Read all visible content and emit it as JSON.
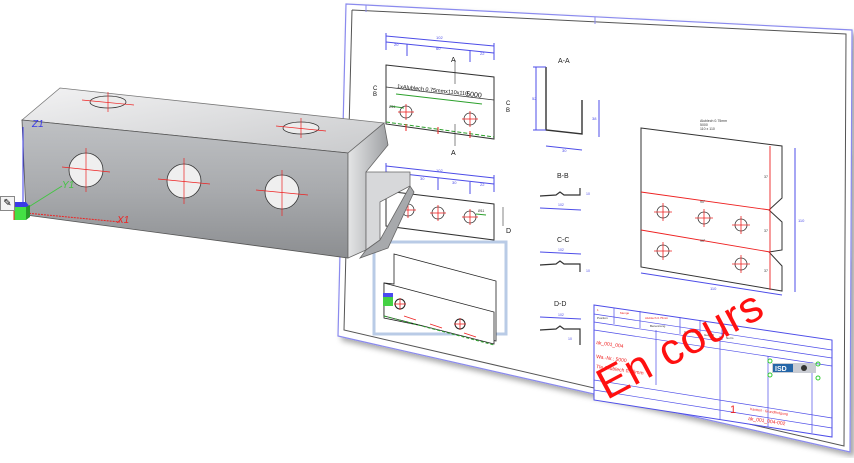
{
  "app": {
    "type": "3D CAD sheet metal with 2D drawing derivation"
  },
  "model_3d": {
    "axes": {
      "z": "Z1",
      "y": "Y1",
      "x": "X1"
    },
    "tool_icon": "pencil-icon"
  },
  "drawing": {
    "main_view": {
      "label_plate": "1xAlublech 0.75mmx110x110",
      "value": "5000",
      "dims_top": [
        "102",
        "20",
        "60",
        "22"
      ],
      "hole_dia": "Ø11",
      "section_markers": [
        "A",
        "A",
        "C",
        "B",
        "C",
        "B"
      ]
    },
    "second_view": {
      "dims_top": [
        "102",
        "20",
        "30",
        "30",
        "22"
      ],
      "hole_dia": "Ø11",
      "section_marker": "D"
    },
    "sections": [
      {
        "title": "A-A",
        "dims": [
          "52",
          "38",
          "30"
        ]
      },
      {
        "title": "B-B",
        "dims": [
          "102",
          "10"
        ]
      },
      {
        "title": "C-C",
        "dims": [
          "102",
          "10"
        ]
      },
      {
        "title": "D-D",
        "dims": [
          "102",
          "10"
        ]
      }
    ],
    "flat_pattern": {
      "note_lines": [
        "Alublech 0.75mm",
        "5000",
        "110 x 110"
      ],
      "bend_labels": [
        "90°",
        "90°"
      ],
      "side_labels": [
        "37",
        "37",
        "37"
      ],
      "dim_width": "110",
      "dim_height": "110"
    },
    "title_block": {
      "part_no": "ak_001_004",
      "material_no": "Wa.-Nr.: 5000",
      "material": "Tle A lublech 0.75mm",
      "sheet": "1",
      "desc": "Kantteil - Grundfertigung",
      "drawing_no": "ak_001_004-002",
      "logo": "ISD",
      "cells": [
        "1",
        "Menge",
        "Position",
        "Alublech 0.75mm",
        "Benennung",
        "Gezeichnet",
        "Geprüft",
        "Norm"
      ]
    },
    "stamp_text": "En cours"
  }
}
